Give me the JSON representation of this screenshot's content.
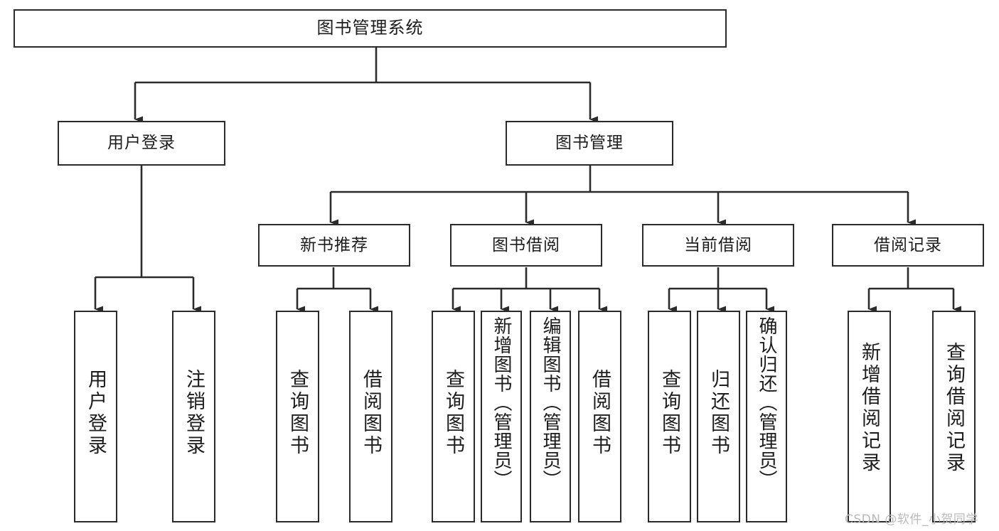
{
  "diagram": {
    "type": "tree-hierarchy",
    "title": "图书管理系统",
    "orientation": "top-down",
    "levels": 4
  },
  "root": {
    "label": "图书管理系统"
  },
  "level2": [
    {
      "id": "user-login",
      "label": "用户登录"
    },
    {
      "id": "book-management",
      "label": "图书管理"
    }
  ],
  "level3": [
    {
      "id": "new-book-recommend",
      "label": "新书推荐",
      "parent": "book-management"
    },
    {
      "id": "book-borrow",
      "label": "图书借阅",
      "parent": "book-management"
    },
    {
      "id": "current-borrow",
      "label": "当前借阅",
      "parent": "book-management"
    },
    {
      "id": "borrow-record",
      "label": "借阅记录",
      "parent": "book-management"
    }
  ],
  "leaves": {
    "user_login": [
      {
        "id": "leaf-user-login",
        "label": "用户登录"
      },
      {
        "id": "leaf-logout-login",
        "label": "注销登录"
      }
    ],
    "new_book_recommend": [
      {
        "id": "leaf-query-book-1",
        "label": "查询图书"
      },
      {
        "id": "leaf-borrow-book-1",
        "label": "借阅图书"
      }
    ],
    "book_borrow": [
      {
        "id": "leaf-query-book-2",
        "label": "查询图书"
      },
      {
        "id": "leaf-add-book",
        "label": "新增图书（管理员）"
      },
      {
        "id": "leaf-edit-book",
        "label": "编辑图书（管理员）"
      },
      {
        "id": "leaf-borrow-book-2",
        "label": "借阅图书"
      }
    ],
    "current_borrow": [
      {
        "id": "leaf-query-book-3",
        "label": "查询图书"
      },
      {
        "id": "leaf-return-book",
        "label": "归还图书"
      },
      {
        "id": "leaf-confirm-return",
        "label": "确认归还（管理员）"
      }
    ],
    "borrow_record": [
      {
        "id": "leaf-add-record",
        "label": "新增借阅记录"
      },
      {
        "id": "leaf-query-record",
        "label": "查询借阅记录"
      }
    ]
  },
  "watermark": {
    "text": "CSDN @软件_小贺同学"
  },
  "colors": {
    "stroke": "#2b2b2b",
    "fill": "#ffffff",
    "text": "#1c1c1c",
    "watermark": "#b9b9b9"
  }
}
